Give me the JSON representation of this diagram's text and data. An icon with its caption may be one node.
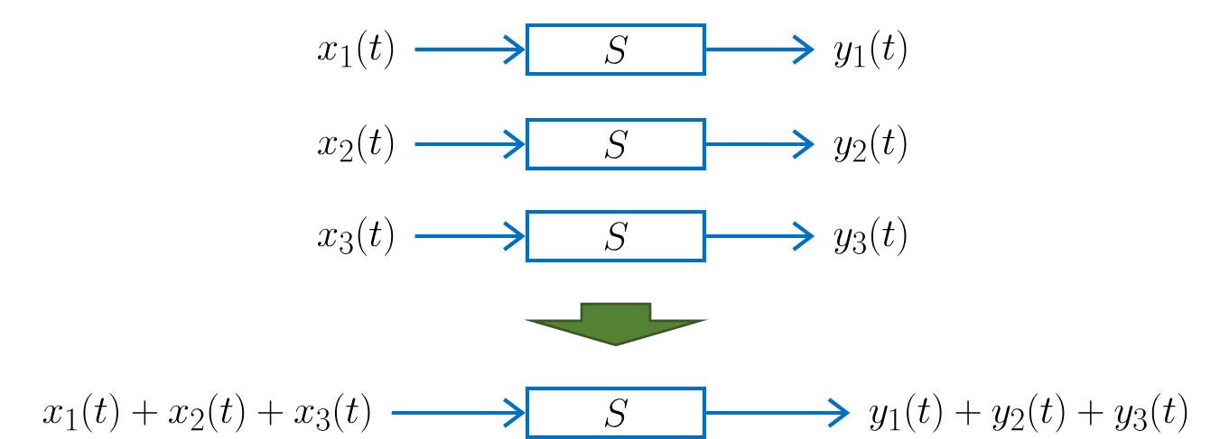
{
  "diagram": {
    "nodes": [
      {
        "text": [
          "x_1(t)"
        ]
      },
      {
        "text": [
          "S"
        ]
      },
      {
        "text": [
          "y_1(t)"
        ]
      },
      {
        "text": [
          "x_2(t)"
        ]
      },
      {
        "text": [
          "S"
        ]
      },
      {
        "text": [
          "y_2(t)"
        ]
      },
      {
        "text": [
          "x_3(t)"
        ]
      },
      {
        "text": [
          "S"
        ]
      },
      {
        "text": [
          "y_3(t)"
        ]
      },
      {
        "text": [
          "x_1(t)+x_2(t)+x_3(t)"
        ]
      },
      {
        "text": [
          "S"
        ]
      },
      {
        "text": [
          "y_1(t)+y_2(t)+y_3(t)"
        ]
      }
    ],
    "edges": [
      {
        "from": 0,
        "to": 1,
        "arrow": "to"
      },
      {
        "from": 1,
        "to": 2,
        "arrow": "to"
      },
      {
        "from": 3,
        "to": 4,
        "arrow": "to"
      },
      {
        "from": 4,
        "to": 5,
        "arrow": "to"
      },
      {
        "from": 6,
        "to": 7,
        "arrow": "to"
      },
      {
        "from": 7,
        "to": 8,
        "arrow": "to"
      },
      {
        "from": 9,
        "to": 10,
        "arrow": "to"
      },
      {
        "from": 10,
        "to": 11,
        "arrow": "to"
      },
      {
        "from": 7,
        "to": 10,
        "arrow": "to",
        "style": "thick",
        "color": "#548235"
      }
    ]
  }
}
